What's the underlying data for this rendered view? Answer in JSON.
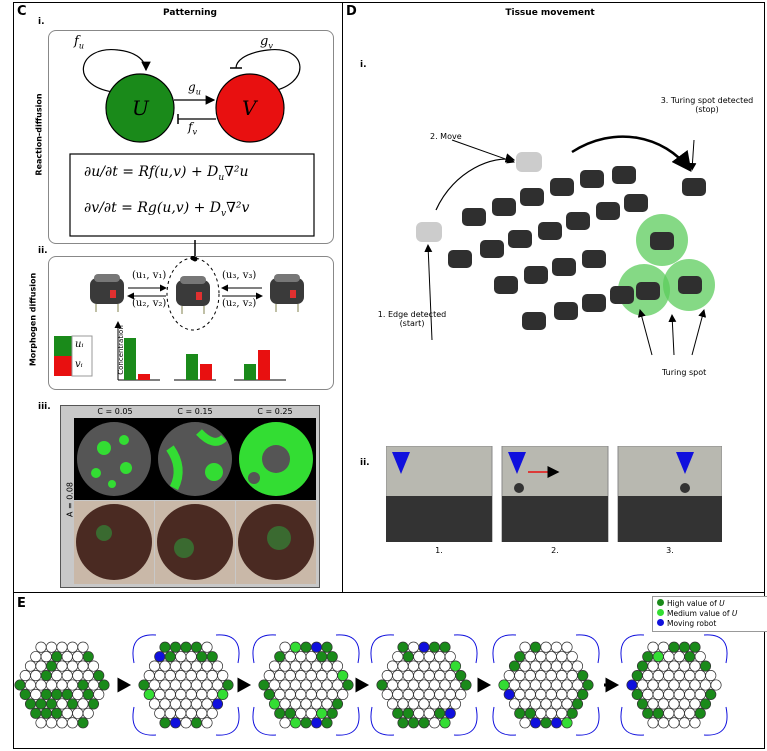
{
  "panels": {
    "c": {
      "letter": "C",
      "title": "Patterning",
      "i": "i.",
      "ii": "ii.",
      "iii": "iii."
    },
    "d": {
      "letter": "D",
      "title": "Tissue movement",
      "i": "i.",
      "ii": "ii."
    },
    "e": {
      "letter": "E"
    }
  },
  "reaction_diffusion": {
    "side_label": "Reaction-diffusion",
    "fu": "f",
    "fu_sub": "u",
    "gv": "g",
    "gv_sub": "v",
    "gu": "g",
    "gu_sub": "u",
    "fv": "f",
    "fv_sub": "v",
    "U": "U",
    "V": "V",
    "eq1": "∂u/∂t = Rf(u,v) + D",
    "eq1_sub": "u",
    "eq1_tail": "∇²u",
    "eq2": "∂v/∂t = Rg(u,v) + D",
    "eq2_sub": "v",
    "eq2_tail": "∇²v"
  },
  "morphogen": {
    "side_label": "Morphogen diffusion",
    "pair_top_left": "(u₁, v₁)",
    "pair_bottom_left": "(u₂, v₂)",
    "pair_top_right": "(u₃, v₃)",
    "pair_bottom_right": "(u₂, v₂)",
    "legend_u": "uᵢ",
    "legend_v": "vᵢ",
    "axis_label": "Concentration"
  },
  "grid_iii": {
    "cols": [
      "C = 0.05",
      "C = 0.15",
      "C = 0.25"
    ],
    "row_label": "A = 0.08"
  },
  "tissue": {
    "turing_detected": "3. Turing spot detected",
    "turing_stop": "(stop)",
    "move": "2. Move",
    "edge_detected": "1. Edge detected",
    "edge_start": "(start)",
    "turing_spot": "Turing spot",
    "frames": [
      "1.",
      "2.",
      "3."
    ]
  },
  "legend_e": {
    "high": "High value of ",
    "high_var": "U",
    "medium": "Medium value of ",
    "medium_var": "U",
    "moving": "Moving robot"
  },
  "colors": {
    "green": "#1a8a1a",
    "red": "#e81010",
    "bright_green": "#33dd33",
    "blue": "#1010dd",
    "turing": "#5ccc5c"
  }
}
